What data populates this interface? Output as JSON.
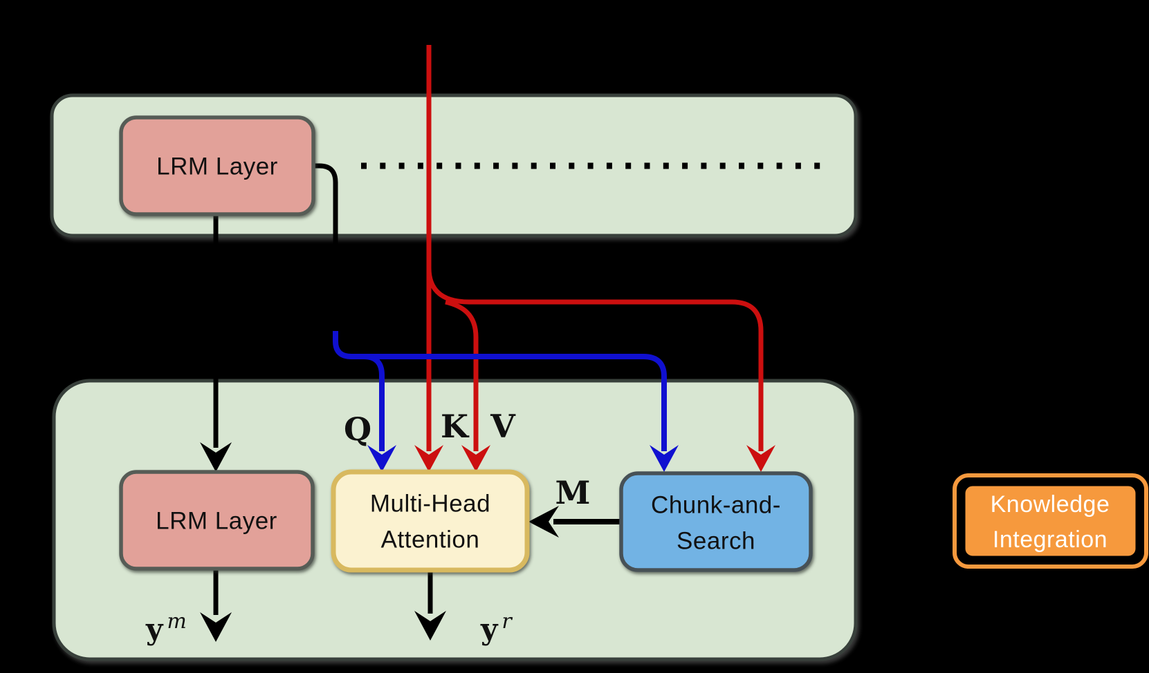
{
  "figure": {
    "description": "Architecture diagram: two stacked LRM layer containers with Multi-Head Attention and Chunk-and-Search modules, plus a Knowledge Integration legend box",
    "nodes": {
      "lrm_top": {
        "label": "LRM Layer"
      },
      "lrm_bottom": {
        "label": "LRM Layer"
      },
      "mha": {
        "line1": "Multi-Head",
        "line2": "Attention"
      },
      "chunk": {
        "line1": "Chunk-and-",
        "line2": "Search"
      },
      "knowledge": {
        "line1": "Knowledge",
        "line2": "Integration"
      }
    },
    "edge_labels": {
      "q": "Q",
      "k": "K",
      "v": "V",
      "m": "M",
      "y_base": "y",
      "ym_sup": "m",
      "yr_sup": "r"
    }
  },
  "colors": {
    "background": "#000000",
    "container_fill": "#d8e6d2",
    "container_border": "#39413a",
    "lrm_fill": "#e2a199",
    "lrm_border": "#565c56",
    "mha_fill": "#fbf2d0",
    "mha_border": "#d8b95e",
    "chunk_fill": "#72b3e4",
    "chunk_border": "#475156",
    "ki_fill": "#f6993d",
    "ki_ring": "#000000",
    "ki_text": "#ffffff",
    "red": "#cc0f0f",
    "blue": "#1010d0",
    "black_line": "#000000",
    "text": "#111111"
  }
}
